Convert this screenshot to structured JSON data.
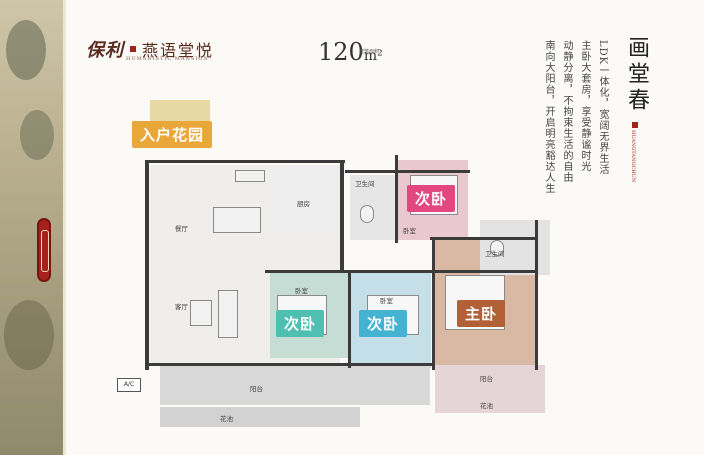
{
  "brand": {
    "logo_text": "保利",
    "project_name": "燕语堂悦",
    "project_name_en": "HUMANISTIC MANSION"
  },
  "area": {
    "value": "120",
    "unit": "m²",
    "tag": "建筑面积"
  },
  "title": "画堂春",
  "title_en": "HUANGTANGCHUN",
  "copy_lines": [
    "LDK一体化，宽阔无界生活",
    "主卧大套房，享受静谧时光",
    "动静分离，不拘束生活的自由",
    "南向大阳台，开启明亮豁达人生"
  ],
  "callouts": {
    "garden": "入户花园",
    "bedroom_top": "次卧",
    "bedroom_left": "次卧",
    "bedroom_mid": "次卧",
    "master": "主卧"
  },
  "room_labels": {
    "dining": "餐厅",
    "living": "客厅",
    "kitchen": "厨房",
    "bath1": "卫生间",
    "bath2": "卫生间",
    "br_top": "卧室",
    "br_left": "卧室",
    "br_mid": "卧室",
    "balcony": "阳台",
    "balcony2": "阳台",
    "planter": "花池",
    "planter2": "花池",
    "ac": "A/C"
  },
  "colors": {
    "accent_red": "#a5221c",
    "garden": "#e9a73a",
    "bedroom_top": "#e2477f",
    "bedroom_left": "#4fbfb1",
    "bedroom_mid": "#43b3d1",
    "master": "#b26035"
  }
}
